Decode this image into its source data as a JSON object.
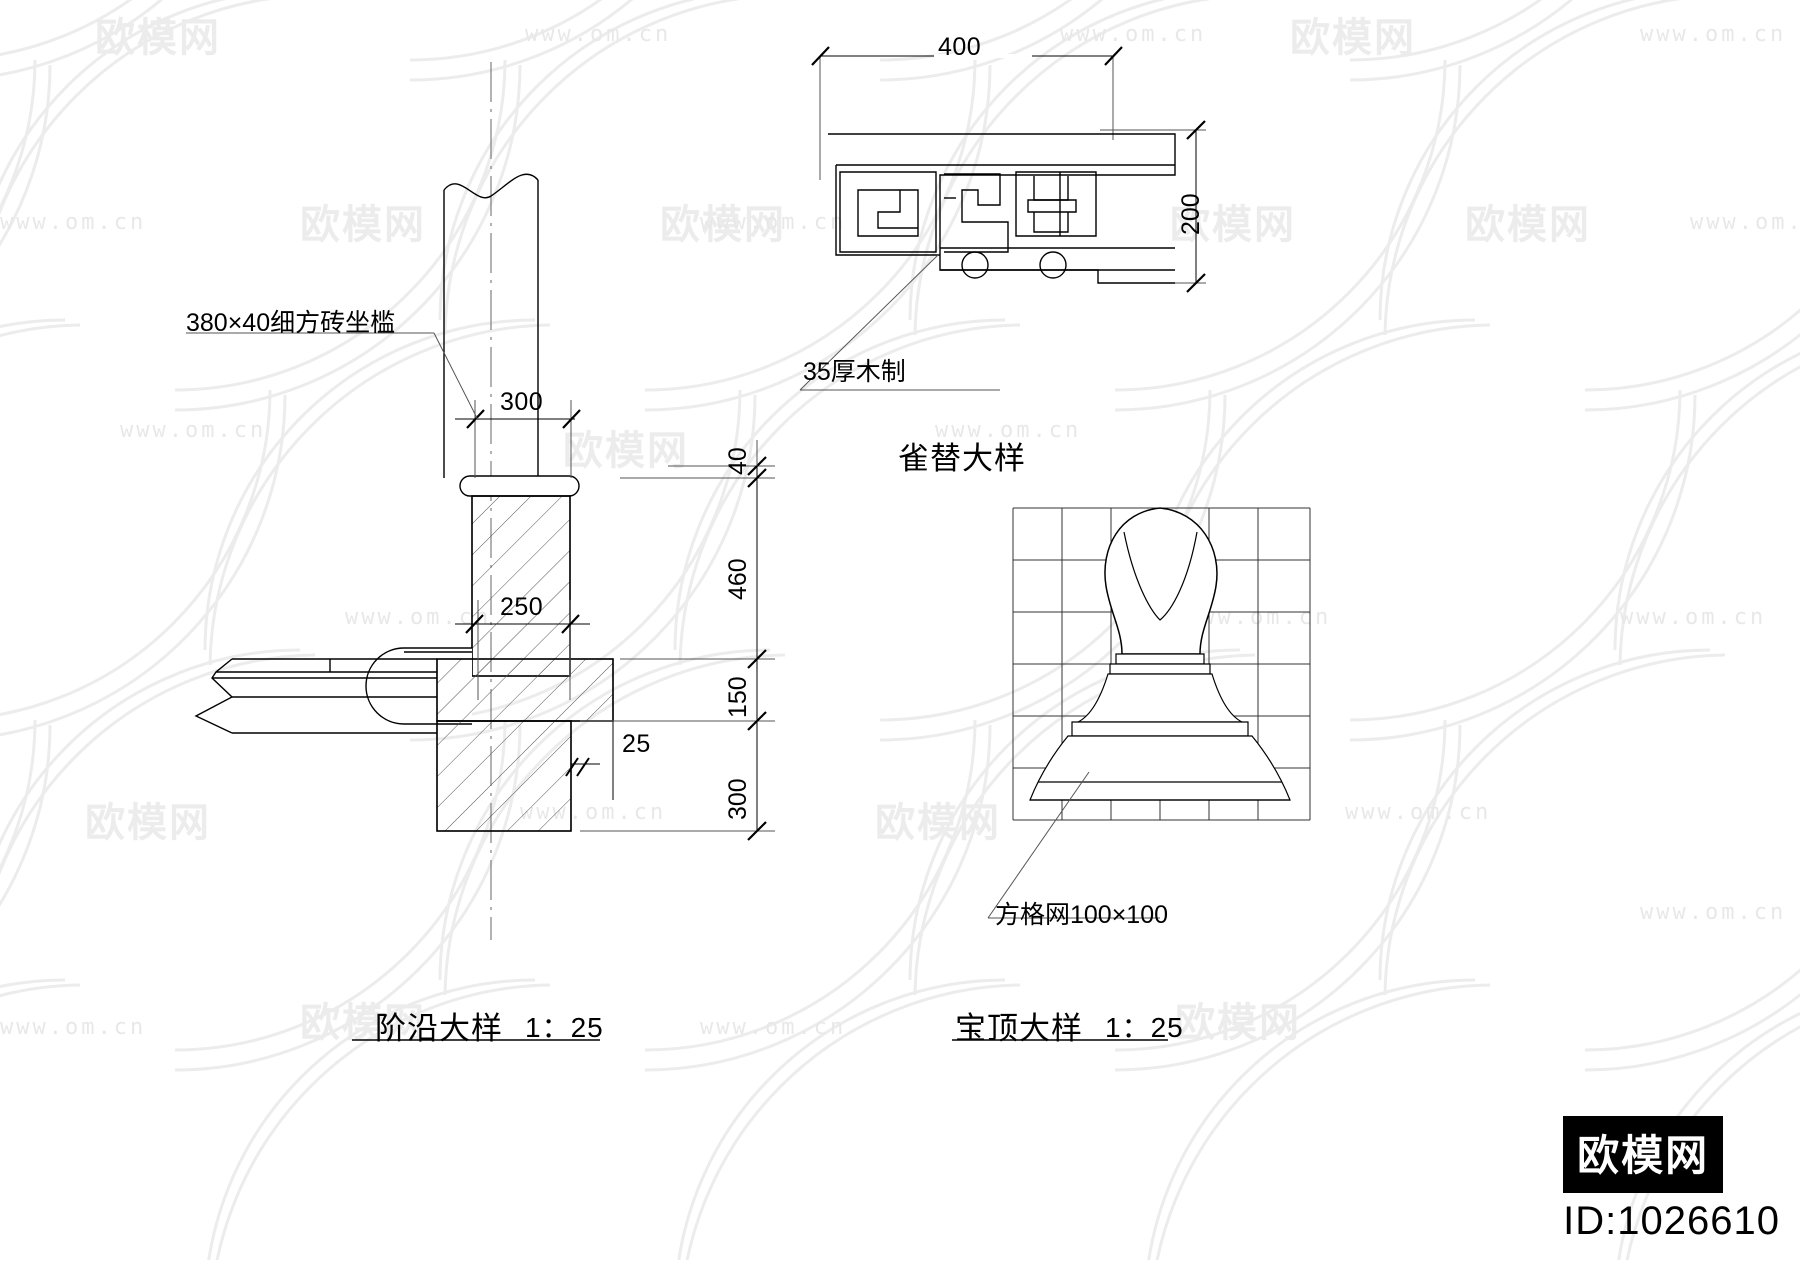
{
  "document": {
    "type": "cad-detail-drawing",
    "background": "#ffffff",
    "line_color": "#000000",
    "watermark_color": "#e8e8e8"
  },
  "details": [
    {
      "id": "step-edge",
      "title": "阶沿大样",
      "scale": "1：25",
      "annotations": [
        {
          "name": "seat-rail-note",
          "text": "380×40细方砖坐槛"
        }
      ],
      "dimensions_horizontal": [
        {
          "name": "dim-300",
          "value": "300"
        },
        {
          "name": "dim-250",
          "value": "250"
        },
        {
          "name": "dim-25",
          "value": "25"
        }
      ],
      "dimensions_vertical": [
        {
          "name": "dim-40",
          "value": "40"
        },
        {
          "name": "dim-460",
          "value": "460"
        },
        {
          "name": "dim-150",
          "value": "150"
        },
        {
          "name": "dim-300v",
          "value": "300"
        }
      ]
    },
    {
      "id": "bracket",
      "title": "雀替大样",
      "scale": "",
      "annotations": [
        {
          "name": "timber-note",
          "text": "35厚木制"
        }
      ],
      "dimensions_horizontal": [
        {
          "name": "dim-400",
          "value": "400"
        }
      ],
      "dimensions_vertical": [
        {
          "name": "dim-200",
          "value": "200"
        }
      ]
    },
    {
      "id": "finial",
      "title": "宝顶大样",
      "scale": "1：25",
      "annotations": [
        {
          "name": "grid-note",
          "text": "方格网100×100"
        }
      ],
      "dimensions_horizontal": [],
      "dimensions_vertical": []
    }
  ],
  "brand": {
    "logo_text": "欧模网",
    "id_text": "ID:1026610"
  },
  "watermarks": {
    "url_text": "www.om.cn",
    "logo_text": "欧模网"
  }
}
